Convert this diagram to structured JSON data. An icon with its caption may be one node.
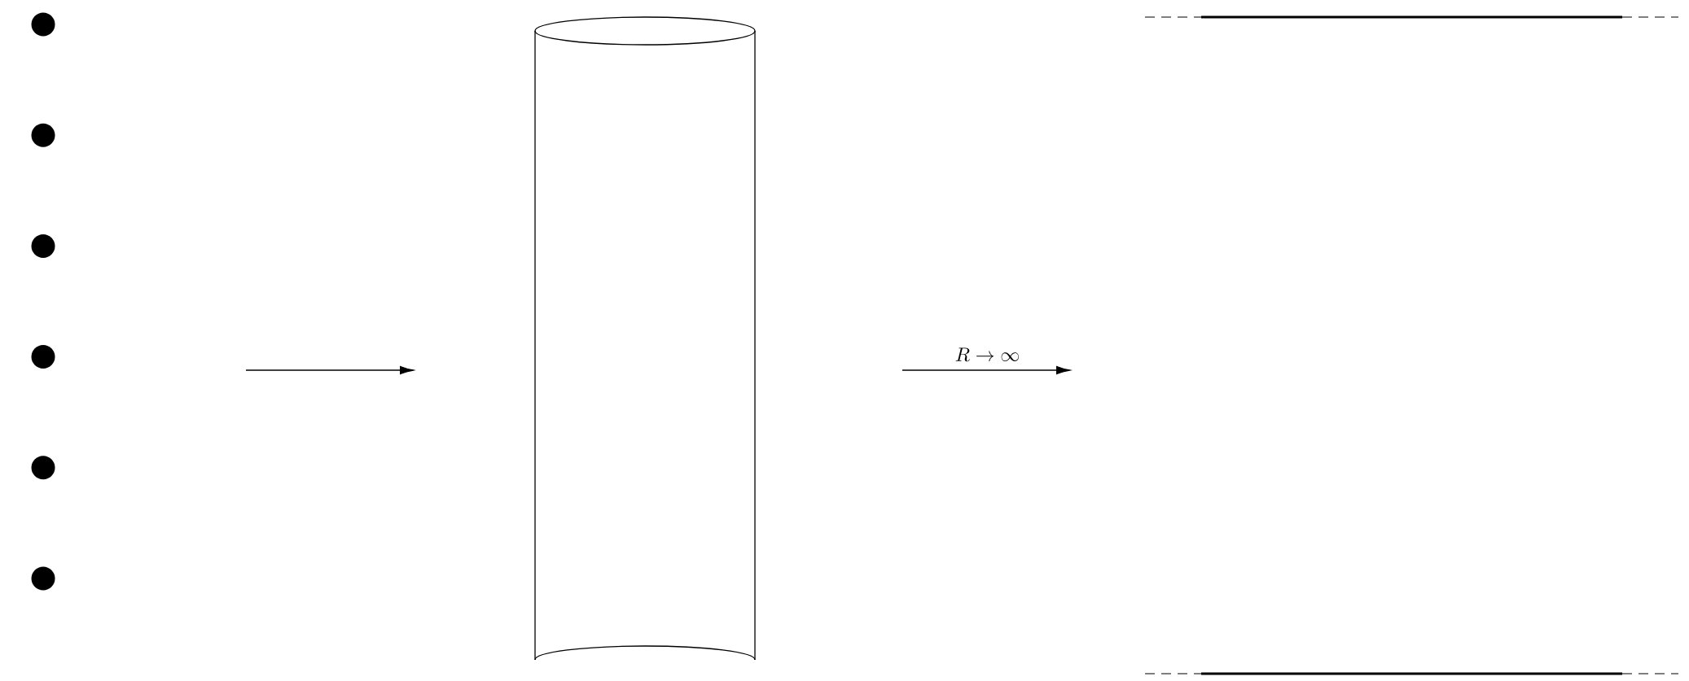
{
  "diagram": {
    "nodes": [
      {
        "text": [],
        "shape": "picture"
      },
      {
        "text": [],
        "shape": "cylinder"
      },
      {
        "text": [],
        "shape": "band"
      }
    ],
    "labels": [
      "R \\to \\infty"
    ]
  }
}
